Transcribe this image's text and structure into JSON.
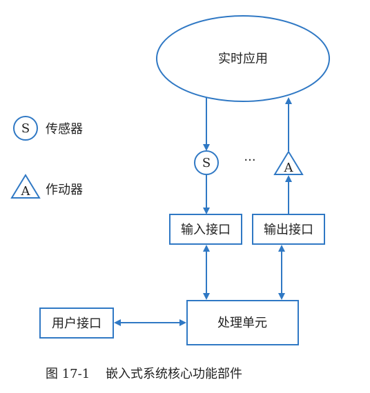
{
  "diagram": {
    "colors": {
      "stroke": "#2f78c4",
      "text": "#222222",
      "background": "#ffffff"
    },
    "realtime_app": "实时应用",
    "legend": {
      "sensor_symbol": "S",
      "sensor_label": "传感器",
      "actuator_symbol": "A",
      "actuator_label": "作动器"
    },
    "sensor_symbol": "S",
    "actuator_symbol": "A",
    "ellipsis": "···",
    "input_interface": "输入接口",
    "output_interface": "输出接口",
    "processing_unit": "处理单元",
    "user_interface": "用户接口",
    "caption": "图 17-1    嵌入式系统核心功能部件"
  }
}
